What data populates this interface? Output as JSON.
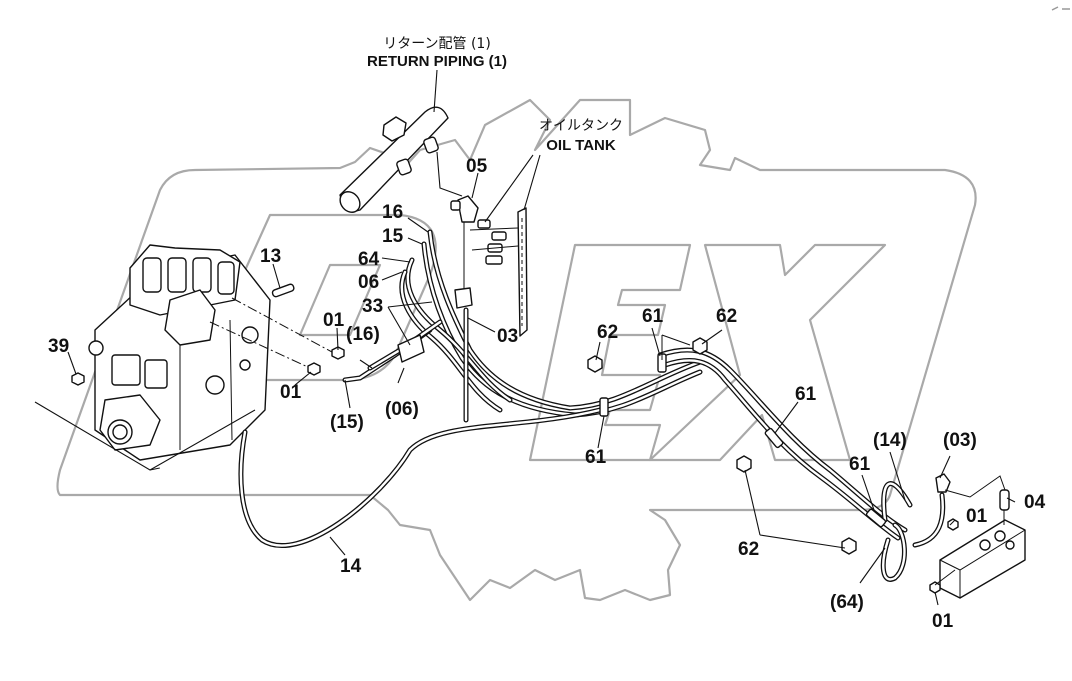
{
  "diagram": {
    "type": "parts-exploded-view",
    "watermark": {
      "text": "DEX",
      "color": "#a9a9a9",
      "shape": "gear"
    },
    "annotations": {
      "return_piping_jp": "リターン配管 (1)",
      "return_piping_en": "RETURN PIPING (1)",
      "oil_tank_jp": "オイルタンク",
      "oil_tank_en": "OIL TANK"
    },
    "callouts": [
      {
        "id": "c05",
        "label": "05"
      },
      {
        "id": "c16a",
        "label": "16"
      },
      {
        "id": "c15a",
        "label": "15"
      },
      {
        "id": "c64a",
        "label": "64"
      },
      {
        "id": "c06a",
        "label": "06"
      },
      {
        "id": "c33",
        "label": "33"
      },
      {
        "id": "c03a",
        "label": "03"
      },
      {
        "id": "c13",
        "label": "13"
      },
      {
        "id": "c39",
        "label": "39"
      },
      {
        "id": "c01a",
        "label": "01"
      },
      {
        "id": "c01b",
        "label": "01"
      },
      {
        "id": "c16b",
        "label": "(16)"
      },
      {
        "id": "c15b",
        "label": "(15)"
      },
      {
        "id": "c06b",
        "label": "(06)"
      },
      {
        "id": "c62a",
        "label": "62"
      },
      {
        "id": "c61a",
        "label": "61"
      },
      {
        "id": "c62b",
        "label": "62"
      },
      {
        "id": "c61b",
        "label": "61"
      },
      {
        "id": "c61c",
        "label": "61"
      },
      {
        "id": "c61d",
        "label": "61"
      },
      {
        "id": "c14a",
        "label": "(14)"
      },
      {
        "id": "c03b",
        "label": "(03)"
      },
      {
        "id": "c04",
        "label": "04"
      },
      {
        "id": "c01c",
        "label": "01"
      },
      {
        "id": "c62c",
        "label": "62"
      },
      {
        "id": "c64b",
        "label": "(64)"
      },
      {
        "id": "c01d",
        "label": "01"
      },
      {
        "id": "c14b",
        "label": "14"
      }
    ]
  }
}
